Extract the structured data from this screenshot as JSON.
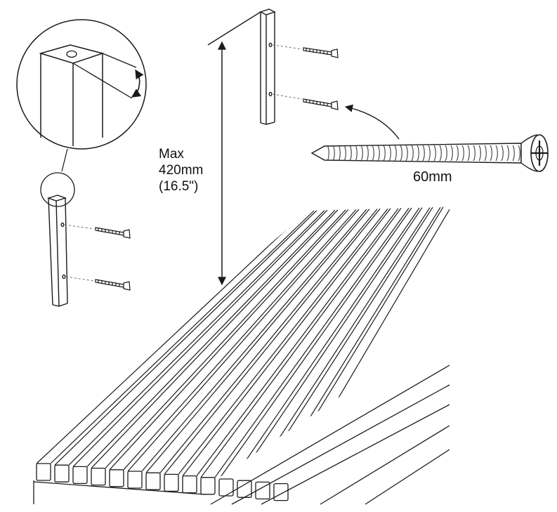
{
  "diagram": {
    "height_label": {
      "line1": "Max",
      "line2": "420mm",
      "line3": "(16.5\")"
    },
    "screw_length_label": "60mm"
  },
  "colors": {
    "stroke": "#1a1a1a",
    "hatch": "#6f6f6f",
    "background": "#ffffff"
  },
  "icons": {
    "screw": "screw-icon",
    "post": "post-icon",
    "arrow": "arrow-icon"
  }
}
